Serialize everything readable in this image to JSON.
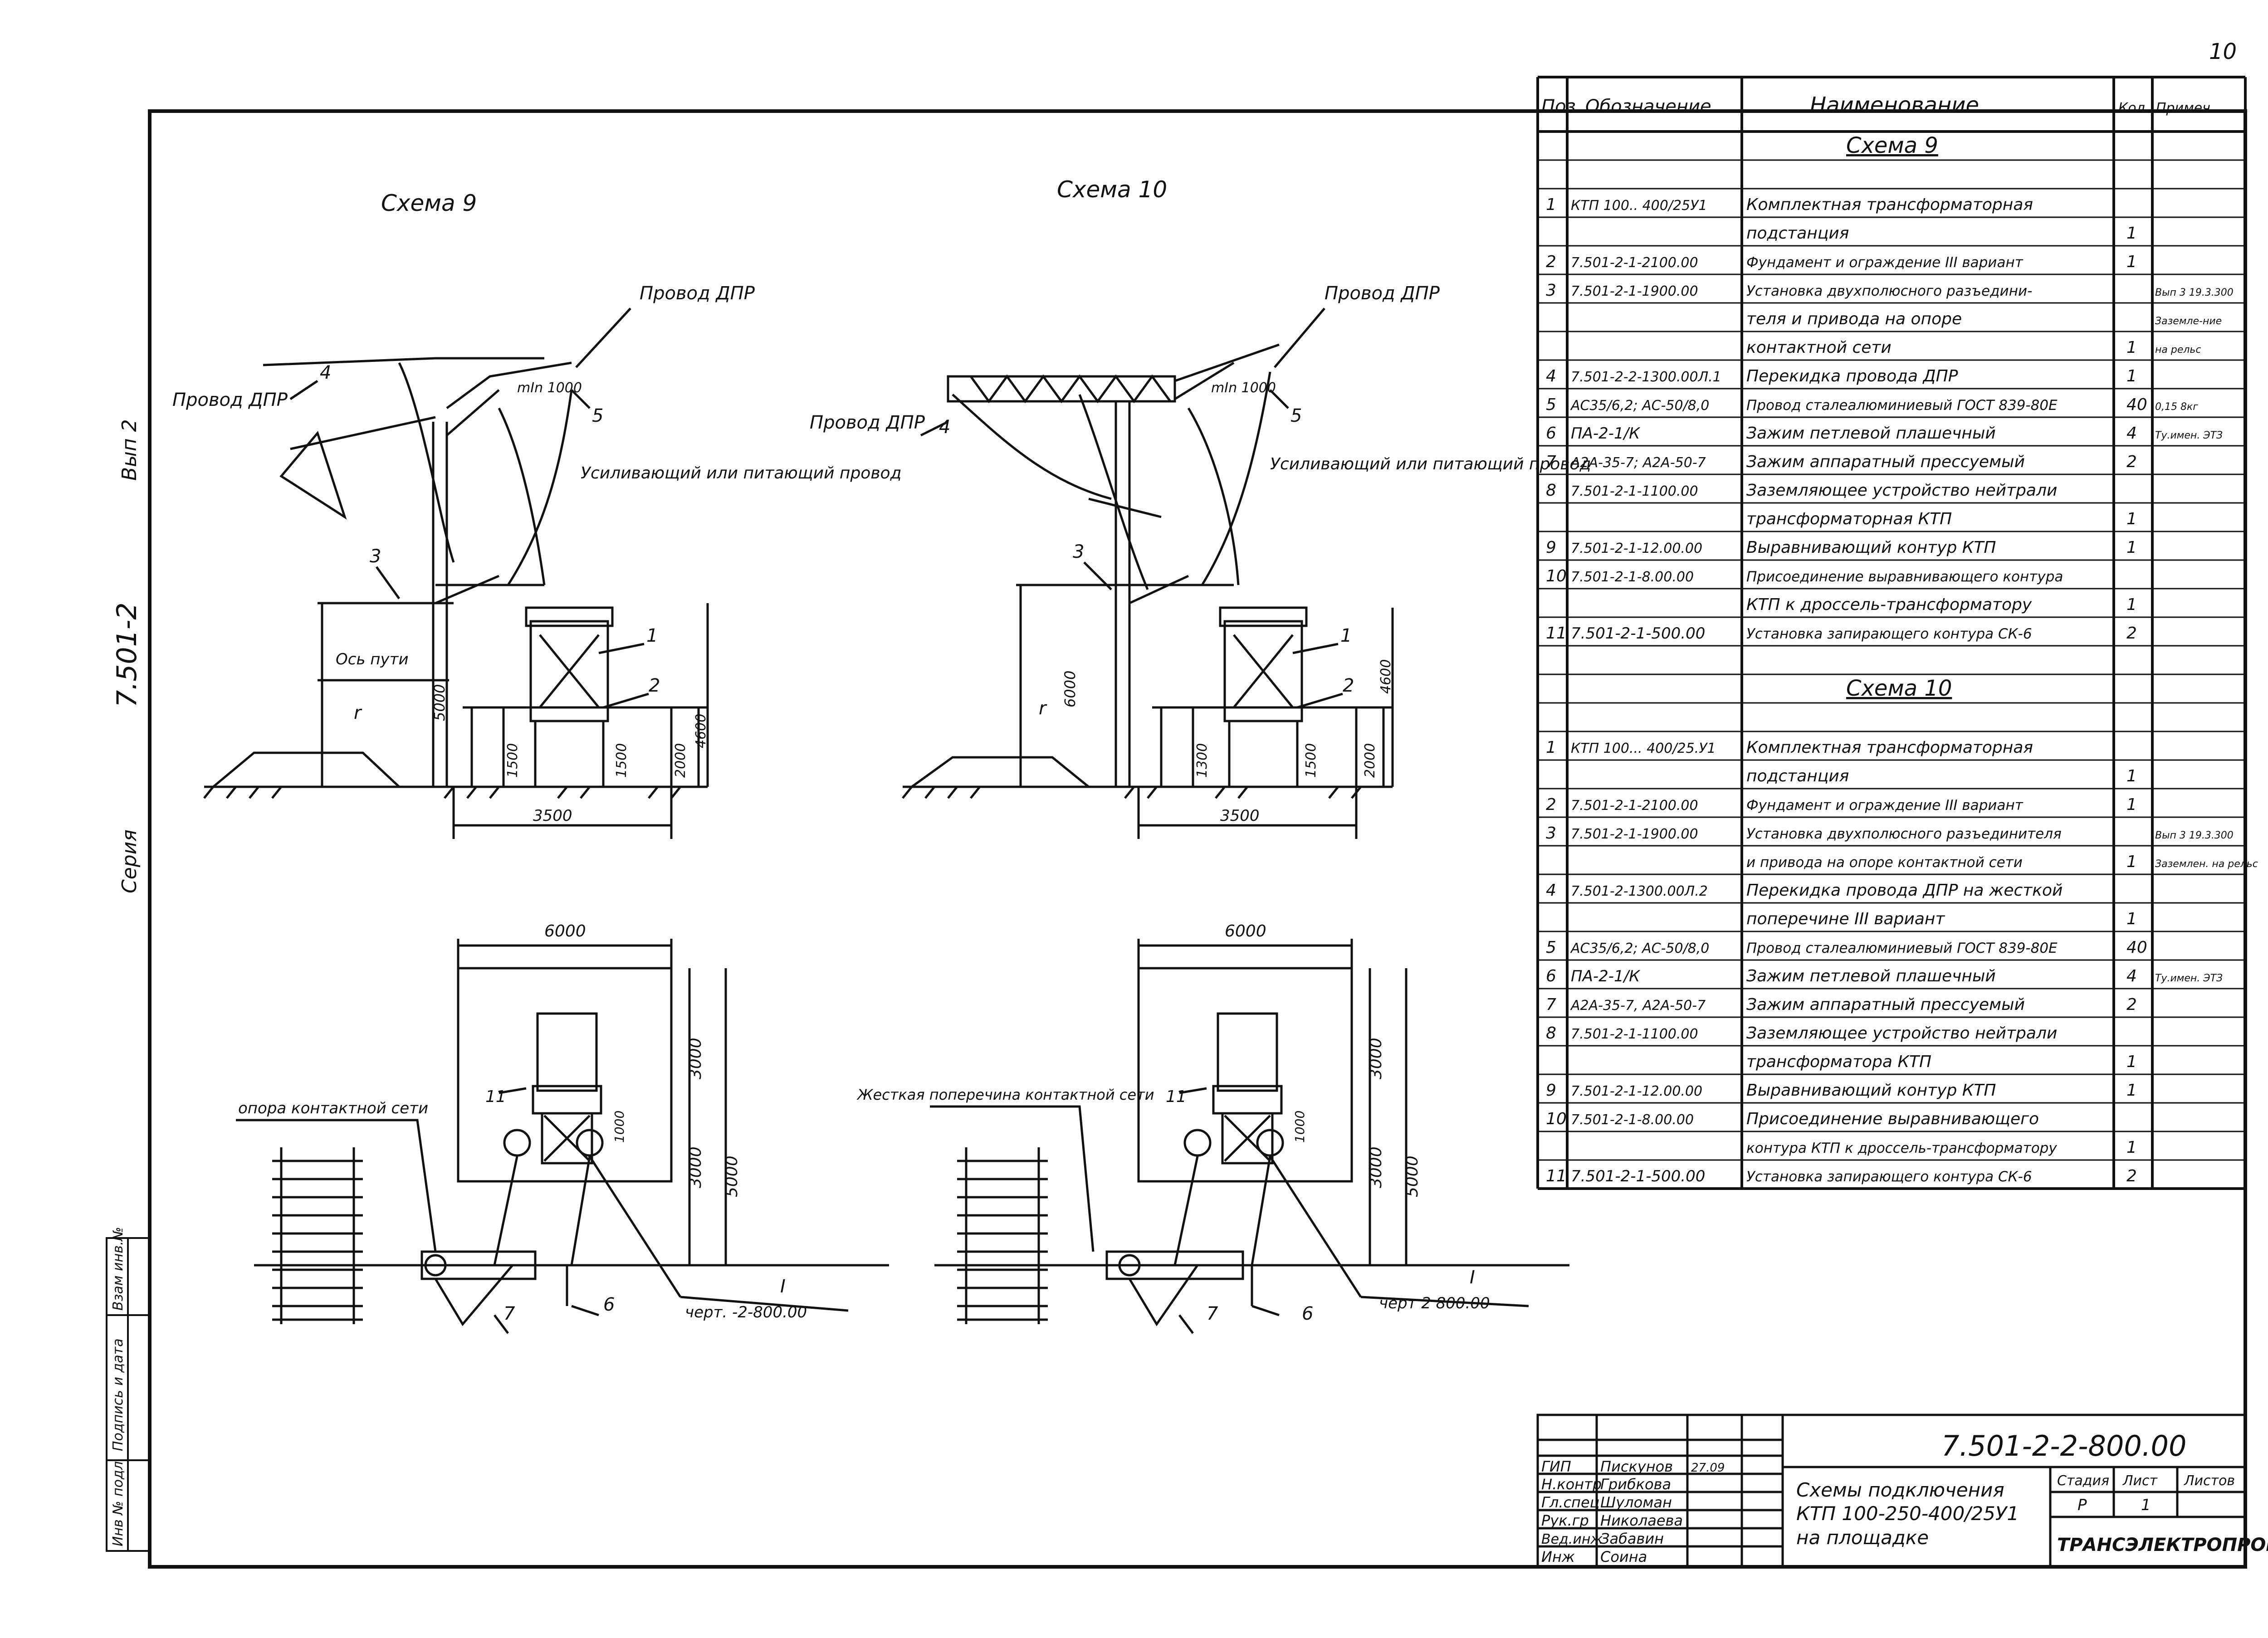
{
  "page_number": "10",
  "side_labels": {
    "sheet": "Вып 2",
    "code": "7.501-2",
    "series": "Серия"
  },
  "margin_table": [
    "Инв № подл",
    "Подпись и дата",
    "Взам инв.№"
  ],
  "scheme9": {
    "title": "Схема 9",
    "labels": {
      "wire_top": "Провод ДПР",
      "wire_left": "Провод ДПР",
      "feeder": "Усиливающий или питающий провод",
      "track_axis": "Ось пути",
      "insulator": "mIn 1000",
      "r": "r"
    },
    "dims": {
      "h_pole": "5000",
      "h_base": "1500",
      "h_foundation": "1500",
      "h_fence": "2000",
      "h_total": "4600",
      "width": "3500"
    },
    "plan": {
      "width": "6000",
      "depth_top": "3000",
      "depth_mid": "3000",
      "depth_total": "5000",
      "small": "1000",
      "support_label": "опора контактной сети",
      "drawing_ref": "черт. -2-800.00",
      "ref_mark": "I"
    },
    "callouts": [
      "1",
      "2",
      "3",
      "4",
      "5",
      "6",
      "7",
      "11"
    ]
  },
  "scheme10": {
    "title": "Схема 10",
    "labels": {
      "wire_top": "Провод ДПР",
      "wire_left": "Провод ДПР",
      "feeder": "Усиливающий или питающий провод",
      "insulator": "mIn 1000",
      "r": "r"
    },
    "dims": {
      "h_pole": "6000",
      "h_base": "1300",
      "h_foundation": "1500",
      "h_fence": "2000",
      "h_total": "4600",
      "width": "3500"
    },
    "plan": {
      "width": "6000",
      "depth_top": "3000",
      "depth_mid": "3000",
      "depth_total": "5000",
      "small": "1000",
      "support_label": "Жесткая поперечина контактной сети",
      "drawing_ref": "черт 2 800.00",
      "ref_mark": "I"
    },
    "callouts": [
      "1",
      "2",
      "3",
      "4",
      "5",
      "6",
      "7",
      "11"
    ]
  },
  "spec": {
    "headers": [
      "Поз",
      "Обозначение",
      "Наименование",
      "Кол",
      "Примеч"
    ],
    "rows": [
      {
        "pos": "",
        "code": "",
        "name": "Схема 9",
        "qty": "",
        "note": "",
        "section": true
      },
      {
        "pos": "",
        "code": "",
        "name": "",
        "qty": "",
        "note": ""
      },
      {
        "pos": "1",
        "code": "КТП 100.. 400/25У1",
        "name": "Комплектная трансформаторная",
        "qty": "",
        "note": ""
      },
      {
        "pos": "",
        "code": "",
        "name": "подстанция",
        "qty": "1",
        "note": ""
      },
      {
        "pos": "2",
        "code": "7.501-2-1-2100.00",
        "name": "Фундамент и ограждение III вариант",
        "qty": "1",
        "note": ""
      },
      {
        "pos": "3",
        "code": "7.501-2-1-1900.00",
        "name": "Установка двухполюсного разъедини-",
        "qty": "",
        "note": "Вып 3 19.3.300"
      },
      {
        "pos": "",
        "code": "",
        "name": "теля и привода на опоре",
        "qty": "",
        "note": "Заземле-ние"
      },
      {
        "pos": "",
        "code": "",
        "name": "контактной сети",
        "qty": "1",
        "note": "на рельс"
      },
      {
        "pos": "4",
        "code": "7.501-2-2-1300.00Л.1",
        "name": "Перекидка провода ДПР",
        "qty": "1",
        "note": ""
      },
      {
        "pos": "5",
        "code": "АС35/6,2; АС-50/8,0",
        "name": "Провод сталеалюминиевый ГОСТ 839-80Е",
        "qty": "40",
        "note": "0,15 8кг"
      },
      {
        "pos": "6",
        "code": "ПА-2-1/К",
        "name": "Зажим петлевой плашечный",
        "qty": "4",
        "note": "Ту.имен. ЭТЗ"
      },
      {
        "pos": "7",
        "code": "А2А-35-7; А2А-50-7",
        "name": "Зажим аппаратный прессуемый",
        "qty": "2",
        "note": ""
      },
      {
        "pos": "8",
        "code": "7.501-2-1-1100.00",
        "name": "Заземляющее устройство нейтрали",
        "qty": "",
        "note": ""
      },
      {
        "pos": "",
        "code": "",
        "name": "трансформаторная КТП",
        "qty": "1",
        "note": ""
      },
      {
        "pos": "9",
        "code": "7.501-2-1-12.00.00",
        "name": "Выравнивающий контур КТП",
        "qty": "1",
        "note": ""
      },
      {
        "pos": "10",
        "code": "7.501-2-1-8.00.00",
        "name": "Присоединение выравнивающего контура",
        "qty": "",
        "note": ""
      },
      {
        "pos": "",
        "code": "",
        "name": "КТП к дроссель-трансформатору",
        "qty": "1",
        "note": ""
      },
      {
        "pos": "11",
        "code": "7.501-2-1-500.00",
        "name": "Установка запирающего контура СК-6",
        "qty": "2",
        "note": ""
      },
      {
        "pos": "",
        "code": "",
        "name": "",
        "qty": "",
        "note": ""
      },
      {
        "pos": "",
        "code": "",
        "name": "Схема 10",
        "qty": "",
        "note": "",
        "section": true
      },
      {
        "pos": "",
        "code": "",
        "name": "",
        "qty": "",
        "note": ""
      },
      {
        "pos": "1",
        "code": "КТП 100... 400/25.У1",
        "name": "Комплектная трансформаторная",
        "qty": "",
        "note": ""
      },
      {
        "pos": "",
        "code": "",
        "name": "подстанция",
        "qty": "1",
        "note": ""
      },
      {
        "pos": "2",
        "code": "7.501-2-1-2100.00",
        "name": "Фундамент и ограждение III вариант",
        "qty": "1",
        "note": ""
      },
      {
        "pos": "3",
        "code": "7.501-2-1-1900.00",
        "name": "Установка двухполюсного разъединителя",
        "qty": "",
        "note": "Вып 3 19.3.300"
      },
      {
        "pos": "",
        "code": "",
        "name": "и привода на опоре контактной сети",
        "qty": "1",
        "note": "Заземлен. на рельс"
      },
      {
        "pos": "4",
        "code": "7.501-2-1300.00Л.2",
        "name": "Перекидка провода ДПР на жесткой",
        "qty": "",
        "note": ""
      },
      {
        "pos": "",
        "code": "",
        "name": "поперечине III вариант",
        "qty": "1",
        "note": ""
      },
      {
        "pos": "5",
        "code": "АС35/6,2; АС-50/8,0",
        "name": "Провод сталеалюминиевый ГОСТ 839-80Е",
        "qty": "40",
        "note": ""
      },
      {
        "pos": "6",
        "code": "ПА-2-1/К",
        "name": "Зажим петлевой плашечный",
        "qty": "4",
        "note": "Ту.имен. ЭТЗ"
      },
      {
        "pos": "7",
        "code": "А2А-35-7, А2А-50-7",
        "name": "Зажим аппаратный прессуемый",
        "qty": "2",
        "note": ""
      },
      {
        "pos": "8",
        "code": "7.501-2-1-1100.00",
        "name": "Заземляющее устройство нейтрали",
        "qty": "",
        "note": ""
      },
      {
        "pos": "",
        "code": "",
        "name": "трансформатора КТП",
        "qty": "1",
        "note": ""
      },
      {
        "pos": "9",
        "code": "7.501-2-1-12.00.00",
        "name": "Выравнивающий контур КТП",
        "qty": "1",
        "note": ""
      },
      {
        "pos": "10",
        "code": "7.501-2-1-8.00.00",
        "name": "Присоединение выравнивающего",
        "qty": "",
        "note": ""
      },
      {
        "pos": "",
        "code": "",
        "name": "контура КТП к дроссель-трансформатору",
        "qty": "1",
        "note": ""
      },
      {
        "pos": "11",
        "code": "7.501-2-1-500.00",
        "name": "Установка запирающего контура СК-6",
        "qty": "2",
        "note": ""
      }
    ]
  },
  "title_block": {
    "doc_number": "7.501-2-2-800.00",
    "roles": [
      {
        "role": "ГИП",
        "name": "Пискунов"
      },
      {
        "role": "Н.контр",
        "name": "Грибкова"
      },
      {
        "role": "Гл.спец",
        "name": "Шуломан"
      },
      {
        "role": "Рук.гр",
        "name": "Николаева"
      },
      {
        "role": "Вед.инж",
        "name": "Забавин"
      },
      {
        "role": "Инж",
        "name": "Соина"
      }
    ],
    "dates": [
      "27.09",
      "",
      "",
      "",
      "",
      ""
    ],
    "title_lines": [
      "Схемы подключения",
      "КТП 100-250-400/25У1",
      "на площадке"
    ],
    "stage_headers": [
      "Стадия",
      "Лист",
      "Листов"
    ],
    "stage_values": [
      "Р",
      "1",
      ""
    ],
    "organization": "ТРАНСЭЛЕКТРОПРОЕКТ"
  }
}
